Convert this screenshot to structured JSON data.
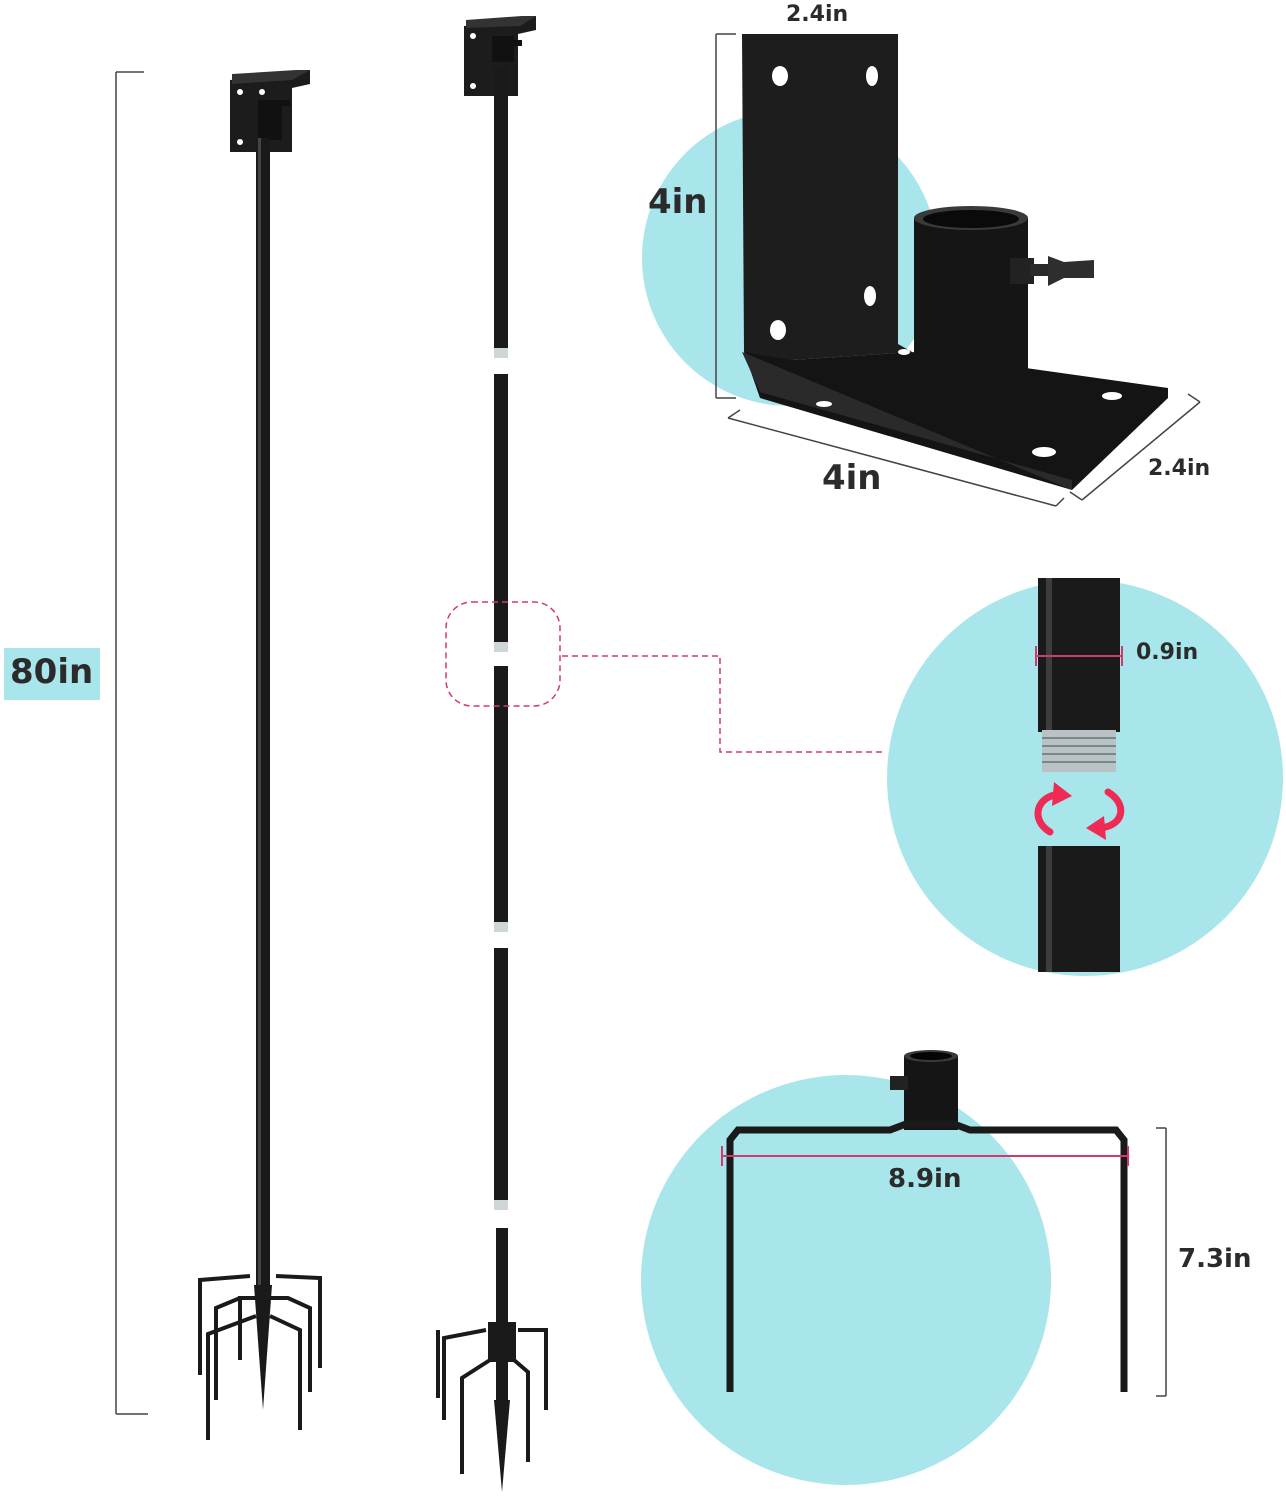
{
  "dimensions": {
    "total_height": "80in",
    "bracket_top_width": "2.4in",
    "bracket_height": "4in",
    "bracket_base_length": "4in",
    "bracket_base_width": "2.4in",
    "pole_diameter": "0.9in",
    "fork_width": "8.9in",
    "fork_height": "7.3in"
  },
  "colors": {
    "accent_circle": "#a8e6ec",
    "metal": "#1c1c1c",
    "dimension_line": "#333333",
    "callout": "#d23a6e",
    "rotation_arrows": "#ee2b54"
  },
  "icons": [
    "rotate-left-arrow-icon",
    "rotate-right-arrow-icon"
  ]
}
